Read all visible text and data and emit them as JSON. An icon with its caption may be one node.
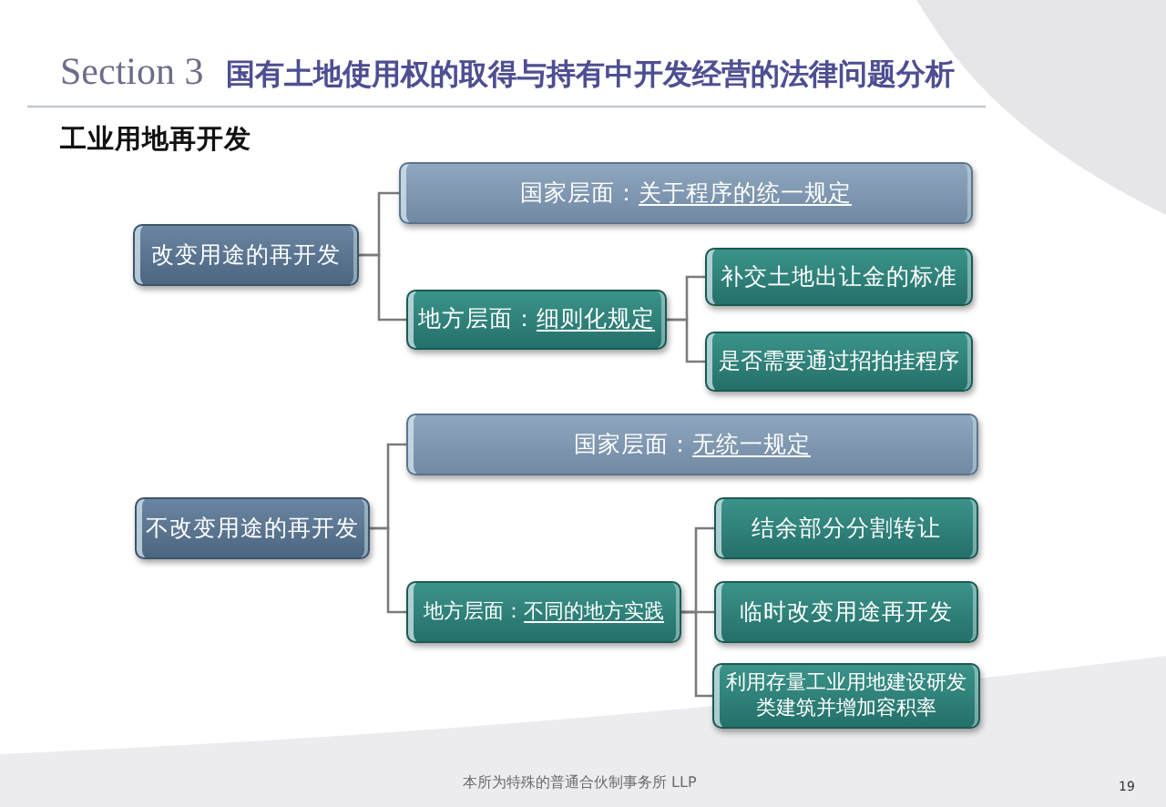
{
  "diagram": {
    "title": "Section 3 **国有土地使用权的取得与持有中开发经营的法律问题分析**",
    "nodes": [
      {
        "text": [
          "改变用途的再开发"
        ]
      },
      {
        "text": [
          "国家层面：",
          "关于程序的统一规定"
        ]
      },
      {
        "text": [
          "地方层面：",
          "细则化规定"
        ]
      },
      {
        "text": [
          "补交土地出让金的标准"
        ]
      },
      {
        "text": [
          "是否需要通过招拍挂程序"
        ]
      },
      {
        "text": [
          "不改变用途的再开发"
        ]
      },
      {
        "text": [
          "国家层面：",
          "无统一规定"
        ]
      },
      {
        "text": [
          "地方层面：",
          "不同的地方实践"
        ]
      },
      {
        "text": [
          "结余部分分割转让"
        ]
      },
      {
        "text": [
          "临时改变用途再开发"
        ]
      },
      {
        "text": [
          "利用存量工业用地建设研发类建筑并增加容积率"
        ]
      }
    ],
    "edges": [
      {
        "from": 0,
        "to": 1,
        "arrow": "none"
      },
      {
        "from": 0,
        "to": 2,
        "arrow": "none"
      },
      {
        "from": 2,
        "to": 3,
        "arrow": "none"
      },
      {
        "from": 2,
        "to": 4,
        "arrow": "none"
      },
      {
        "from": 5,
        "to": 6,
        "arrow": "none"
      },
      {
        "from": 5,
        "to": 7,
        "arrow": "none"
      },
      {
        "from": 7,
        "to": 8,
        "arrow": "none"
      },
      {
        "from": 7,
        "to": 9,
        "arrow": "none"
      },
      {
        "from": 7,
        "to": 10,
        "arrow": "none"
      }
    ],
    "labels": [
      "工业用地再开发",
      "本所为特殊的普通合伙制事务所 LLP",
      "19"
    ]
  }
}
